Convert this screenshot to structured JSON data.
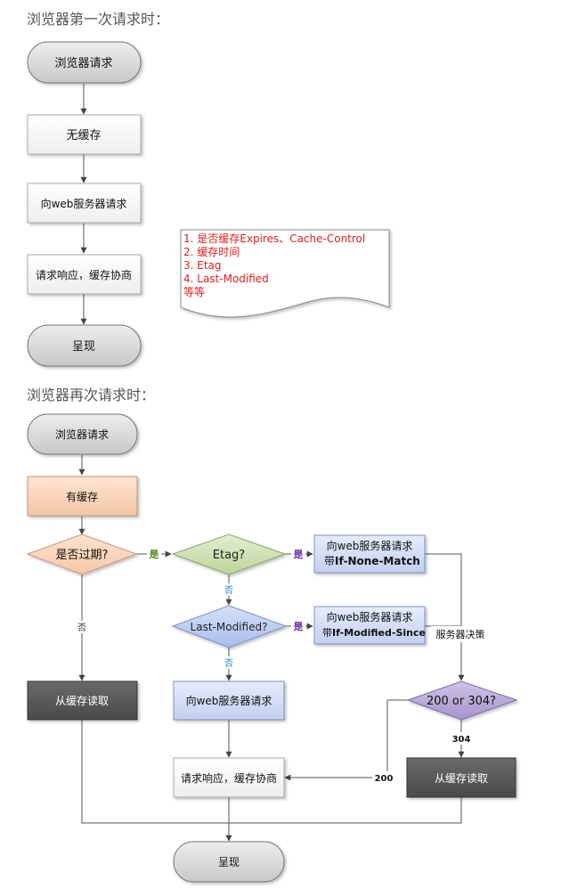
{
  "section1": {
    "heading": "浏览器第一次请求时：",
    "browser_request": "浏览器请求",
    "no_cache": "无缓存",
    "request_server": "向web服务器请求",
    "response_cache_negotiation": "请求响应，缓存协商",
    "present": "呈现",
    "note": [
      "1. 是否缓存Expires、Cache-Control",
      "2. 缓存时间",
      "3. Etag",
      "4. Last-Modified",
      "等等"
    ]
  },
  "section2": {
    "heading": "浏览器再次请求时：",
    "browser_request": "浏览器请求",
    "has_cache": "有缓存",
    "expired_q": "是否过期?",
    "etag_q": "Etag?",
    "last_modified_q": "Last-Modified?",
    "yes": "是",
    "no": "否",
    "request_inm_line1": "向web服务器请求",
    "request_inm_line2_prefix": "带",
    "request_inm_line2_bold": "If-None-Match",
    "request_ims_line1": "向web服务器请求",
    "request_ims_line2_prefix": "带",
    "request_ims_line2_bold": "If-Modified-Since",
    "server_decision": "服务器决策",
    "status_q": "200 or 304?",
    "code_304": "304",
    "code_200": "200",
    "read_from_cache": "从缓存读取",
    "request_server": "向web服务器请求",
    "response_cache_negotiation": "请求响应，缓存协商",
    "read_from_cache_right": "从缓存读取",
    "present": "呈现"
  },
  "colors": {
    "terminal_fill": "#d9d9d9",
    "process_fill": "#ffffff",
    "orange_fill": "#fbd6bd",
    "green_fill": "#cfe1b4",
    "blue_fill": "#d6dff6",
    "purple_fill": "#b8a8d6",
    "dark_fill": "#595959",
    "note_text": "#e02020",
    "yes_color": "#7030a0",
    "no_color": "#1f7fc4",
    "line": "#555555"
  }
}
